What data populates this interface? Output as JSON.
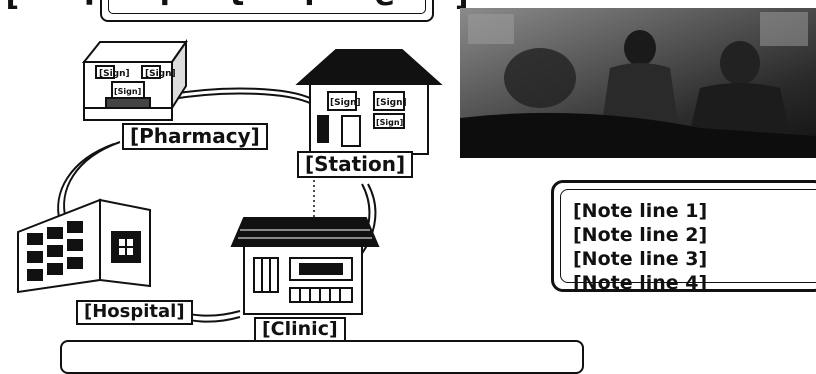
{
  "title": "[Title]",
  "nodes": {
    "pharmacy": {
      "label": "[Pharmacy]",
      "sign_left": "[Sign]",
      "sign_right": "[Sign]",
      "sign_front": "[Sign]"
    },
    "station": {
      "label": "[Station]",
      "sign_1": "[Sign]",
      "sign_2": "[Sign]",
      "sign_3": "[Sign]"
    },
    "hospital": {
      "label": "[Hospital]"
    },
    "clinic": {
      "label": "[Clinic]"
    }
  },
  "note": {
    "lines": [
      "[Note line 1]",
      "[Note line 2]",
      "[Note line 3]",
      "[Note line 4]"
    ]
  },
  "colors": {
    "ink": "#111111",
    "paper": "#ffffff"
  }
}
